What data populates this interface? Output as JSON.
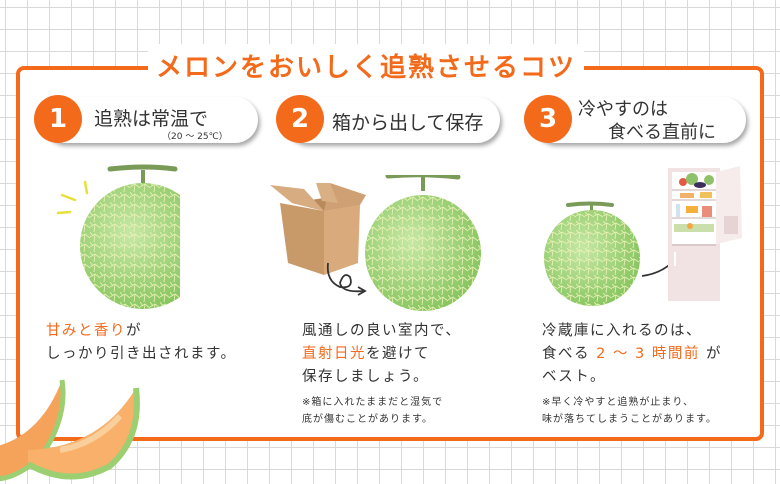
{
  "title": "メロンをおいしく追熟させるコツ",
  "colors": {
    "accent": "#f46a1b",
    "text": "#333333",
    "melon_green": "#9ed47e",
    "melon_net": "#e8f0b0",
    "box_brown": "#c89a6a",
    "fridge_pink": "#f0e0e0"
  },
  "steps": [
    {
      "number": "1",
      "label": "追熟は常温で",
      "sub": "（20 ～ 25℃）",
      "text_highlight": "甘みと香り",
      "text_line1_rest": "が",
      "text_line2": "しっかり引き出されます。",
      "illustration": "melon-with-sparkle"
    },
    {
      "number": "2",
      "label": "箱から出して保存",
      "text_line1": "風通しの良い室内で、",
      "text_highlight": "直射日光",
      "text_line2_rest": "を避けて",
      "text_line3": "保存しましょう。",
      "note_line1": "※箱に入れたままだと湿気で",
      "note_line2": "底が傷むことがあります。",
      "illustration": "box-to-melon"
    },
    {
      "number": "3",
      "label_line1": "冷やすのは",
      "label_line2": "食べる直前に",
      "text_line1": "冷蔵庫に入れるのは、",
      "text_line2_pre": "食べる ",
      "text_highlight": "2 ～ 3 時間前",
      "text_line2_rest": " が",
      "text_line3": "ベスト。",
      "note_line1": "※早く冷やすと追熟が止まり、",
      "note_line2": "味が落ちてしまうことがあります。",
      "illustration": "melon-to-fridge"
    }
  ]
}
